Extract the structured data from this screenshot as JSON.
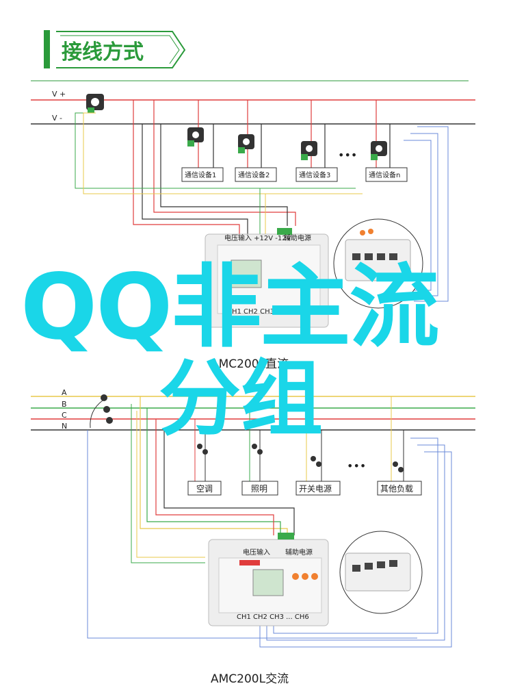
{
  "title": "接线方式",
  "colors": {
    "accent_green": "#2a9a3a",
    "red_wire": "#e03c3c",
    "dark_wire": "#333333",
    "green_wire": "#3aaa4a",
    "yellow_wire": "#e8c84a",
    "blue_wire": "#6a8ad8",
    "watermark": "#1ad6e8"
  },
  "dc": {
    "rail_labels": [
      "V +",
      "V -"
    ],
    "devices": [
      "通信设备1",
      "通信设备2",
      "通信设备3",
      "通信设备n"
    ],
    "ellipsis": "•••",
    "meter_label_power": "电压输入 +12V -12V",
    "meter_label_aux": "辅助电源",
    "meter_channels": "CH1 CH2 CH3 ... CH6",
    "caption": "AMC200L直流"
  },
  "ac": {
    "rail_labels": [
      "A",
      "B",
      "C",
      "N"
    ],
    "devices": [
      "空调",
      "照明",
      "开关电源",
      "其他负载"
    ],
    "ellipsis": "•••",
    "meter_label_power": "电压输入",
    "meter_label_aux": "辅助电源",
    "meter_channels": "CH1 CH2 CH3 ... CH6",
    "caption": "AMC200L交流"
  },
  "watermark": [
    "QQ非主流",
    "分组"
  ]
}
